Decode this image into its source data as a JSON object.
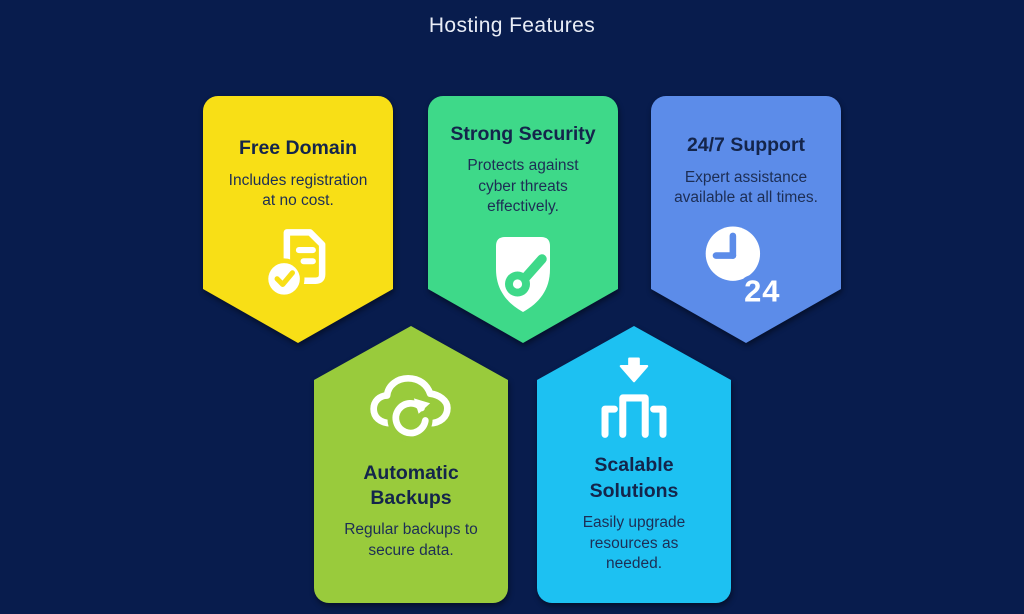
{
  "page": {
    "title": "Hosting Features",
    "background_color": "#081C4D",
    "title_color": "#E9EDF6",
    "card_text_color": "#14254B"
  },
  "cards": [
    {
      "id": "free-domain",
      "title": "Free Domain",
      "description": "Includes registration\nat no cost.",
      "color": "#F8DF16",
      "icon": "document-check-icon",
      "row": "top"
    },
    {
      "id": "strong-security",
      "title": "Strong Security",
      "description": "Protects against\ncyber threats\neffectively.",
      "color": "#3ED989",
      "icon": "shield-key-icon",
      "row": "top"
    },
    {
      "id": "support-24-7",
      "title": "24/7 Support",
      "description": "Expert assistance\navailable at all times.",
      "color": "#5C8CE9",
      "icon": "clock-24-icon",
      "row": "top"
    },
    {
      "id": "automatic-backups",
      "title": "Automatic\nBackups",
      "description": "Regular backups to\nsecure data.",
      "color": "#99CB3C",
      "icon": "cloud-refresh-icon",
      "row": "bottom"
    },
    {
      "id": "scalable-solutions",
      "title": "Scalable\nSolutions",
      "description": "Easily upgrade\nresources as\nneeded.",
      "color": "#1DC1F2",
      "icon": "scale-down-arrow-icon",
      "row": "bottom"
    }
  ]
}
